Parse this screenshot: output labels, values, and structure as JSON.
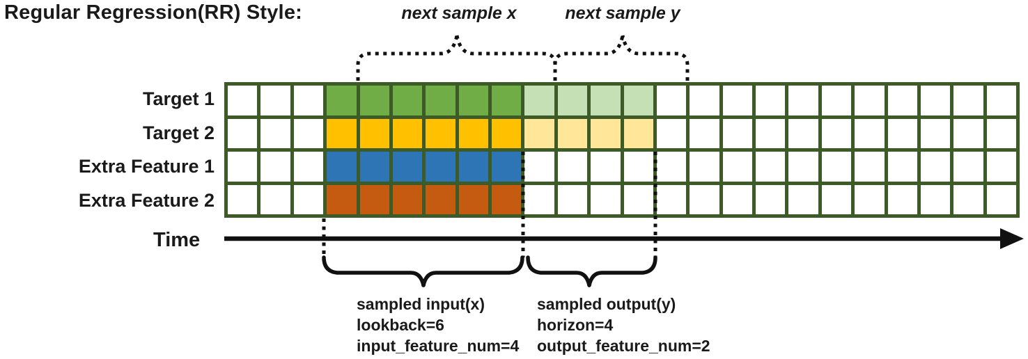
{
  "title": "Regular Regression(RR) Style:",
  "labels": {
    "next_sample_x": "next sample x",
    "next_sample_y": "next sample y",
    "time": "Time"
  },
  "grid": {
    "columns": 24,
    "input_start_col": 3,
    "lookback": 6,
    "horizon": 4,
    "border_color": "#3D5B27",
    "empty_cell_color": "#FFFFFF",
    "rows": [
      {
        "label": "Target 1",
        "role": "target",
        "input_color": "#70AD47",
        "output_color": "#C5E0B4"
      },
      {
        "label": "Target 2",
        "role": "target",
        "input_color": "#FFC000",
        "output_color": "#FFE699"
      },
      {
        "label": "Extra Feature 1",
        "role": "extra_feature",
        "input_color": "#2E75B6",
        "output_color": null
      },
      {
        "label": "Extra Feature 2",
        "role": "extra_feature",
        "input_color": "#C55A11",
        "output_color": null
      }
    ]
  },
  "notes": {
    "input_lines": [
      "sampled input(x)",
      "lookback=6",
      "input_feature_num=4"
    ],
    "output_lines": [
      "sampled output(y)",
      "horizon=4",
      "output_feature_num=2"
    ]
  },
  "params": {
    "lookback": 6,
    "horizon": 4,
    "input_feature_num": 4,
    "output_feature_num": 2
  },
  "colors": {
    "annotation": "#111111",
    "grid_border": "#3D5B27",
    "text": "#1A1A1A"
  }
}
